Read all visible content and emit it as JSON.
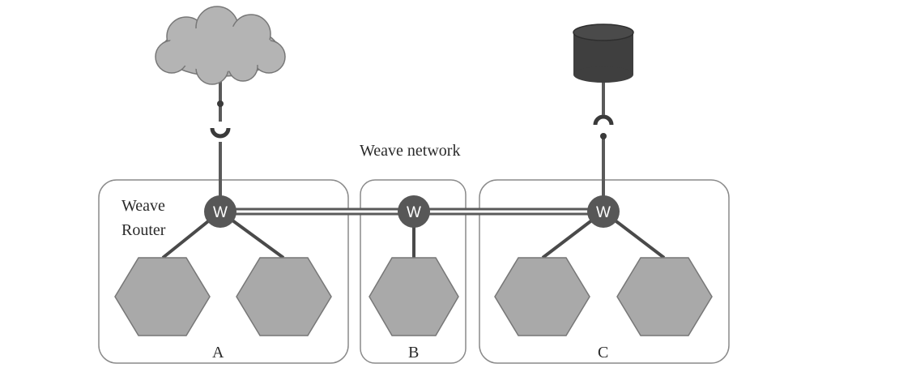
{
  "diagram": {
    "network_label": "Weave network",
    "router_label_line1": "Weave",
    "router_label_line2": "Router",
    "router_glyph": "W",
    "hosts": [
      {
        "label": "A"
      },
      {
        "label": "B"
      },
      {
        "label": "C"
      }
    ],
    "icons": [
      "cloud-icon",
      "database-icon",
      "socket-connector-icon",
      "hexagon-container-icon"
    ],
    "colors": {
      "box_stroke": "#8a8a8a",
      "router_fill": "#575757",
      "container_fill": "#a9a9a9",
      "link": "#5a5a5a",
      "cloud_fill": "#b4b4b4",
      "db_fill": "#3f3f3f",
      "text": "#2a2a2a"
    }
  }
}
